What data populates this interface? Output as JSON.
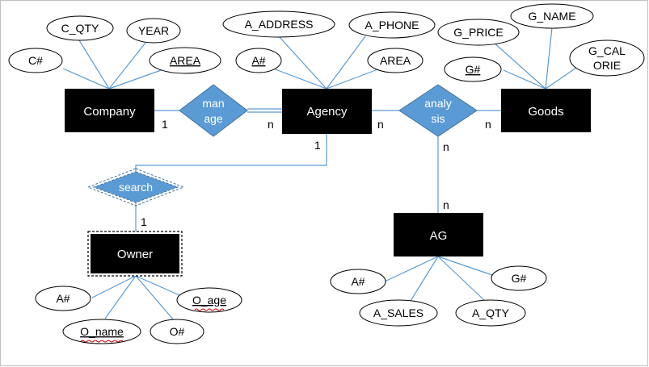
{
  "entities": {
    "company": "Company",
    "agency": "Agency",
    "goods": "Goods",
    "ag": "AG",
    "owner": "Owner"
  },
  "relationships": {
    "manage": [
      "man",
      "age"
    ],
    "analysis": [
      "analy",
      "sis"
    ],
    "search": "search"
  },
  "attributes": {
    "company": {
      "c_qty": "C_QTY",
      "year": "YEAR",
      "c_num": "C#",
      "area": "AREA"
    },
    "agency": {
      "a_address": "A_ADDRESS",
      "a_phone": "A_PHONE",
      "a_num": "A#",
      "area": "AREA"
    },
    "goods": {
      "g_price": "G_PRICE",
      "g_name": "G_NAME",
      "g_num": "G#",
      "g_calorie": [
        "G_CAL",
        "ORIE"
      ]
    },
    "ag": {
      "a_num": "A#",
      "g_num": "G#",
      "a_sales": "A_SALES",
      "a_qty": "A_QTY"
    },
    "owner": {
      "a_num": "A#",
      "o_age": "O_age",
      "o_name": "O_name",
      "o_num": "O#"
    }
  },
  "cardinalities": {
    "company_manage": "1",
    "agency_manage": "n",
    "agency_analysis": "n",
    "goods_analysis": "n",
    "analysis_ag": "n",
    "ag_analysis": "n",
    "agency_search": "1",
    "owner_search": "1"
  },
  "colors": {
    "entity_fill": "#000000",
    "entity_text": "#ffffff",
    "relationship_fill": "#5b9bd5",
    "relationship_text": "#ffffff",
    "line": "#5b9bd5",
    "squiggle": "#c00000"
  }
}
